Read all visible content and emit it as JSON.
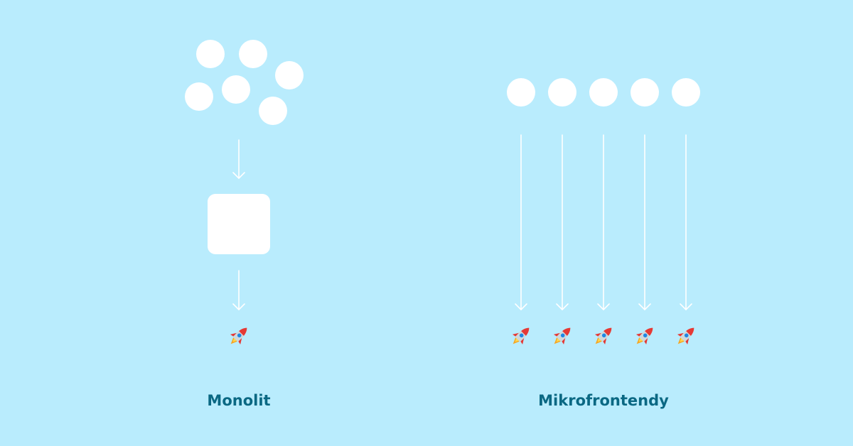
{
  "monolith": {
    "label": "Monolit",
    "components": 6,
    "bundle_icon": "rounded-square",
    "deploy_icon": "rocket-icon"
  },
  "microfrontends": {
    "label": "Mikrofrontendy",
    "components": 5,
    "deploy_icon": "rocket-icon"
  },
  "colors": {
    "background": "#b9ecfd",
    "shapes": "#ffffff",
    "label_text": "#0a6883"
  }
}
